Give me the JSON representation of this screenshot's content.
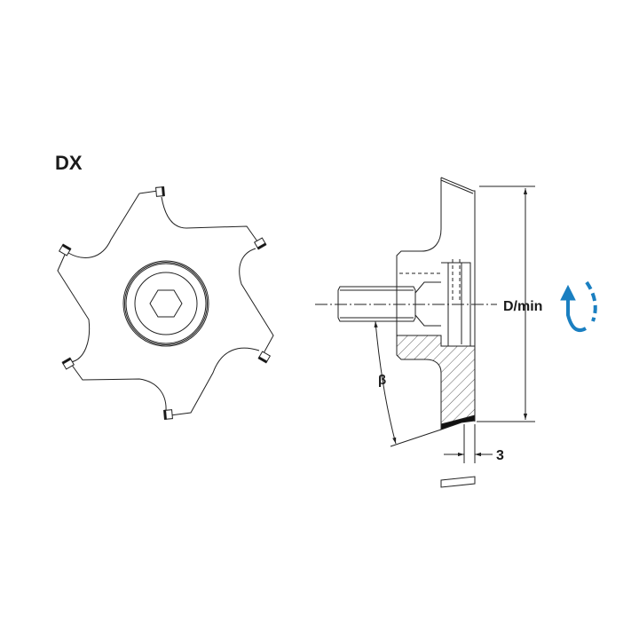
{
  "title": "DX",
  "labels": {
    "diameter": "D/min",
    "angle": "β",
    "width": "3"
  },
  "colors": {
    "line": "#222222",
    "rotation_arrow": "#1a7fc1"
  },
  "icons": {
    "rotation": "rotation-direction-arrow-icon"
  }
}
